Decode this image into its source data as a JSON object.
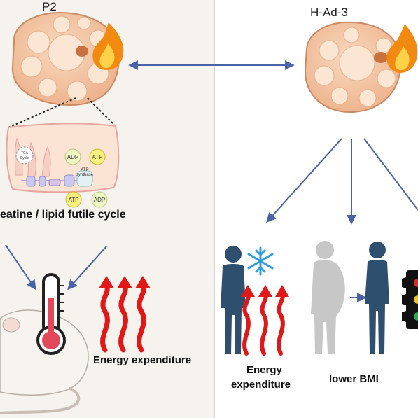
{
  "left_panel": {
    "title": "P2",
    "cycle_label": "eatine / lipid futile cycle",
    "energy_label": "Energy expenditure",
    "mito": {
      "tca_line1": "TCA",
      "tca_line2": "Cycle",
      "adp_top": "ADP",
      "atp_top": "ATP",
      "synthase_line1": "ATP",
      "synthase_line2": "synthase",
      "atp_bottom": "ATP",
      "adp_bottom": "ADP"
    }
  },
  "right_panel": {
    "title": "H-Ad-3",
    "energy_label_line1": "Energy",
    "energy_label_line2": "expenditure",
    "bmi_label": "lower BMI"
  },
  "colors": {
    "left_background": "#f6f2ed",
    "divider": "#cfc7c0",
    "cell_fill": "#f3c7a6",
    "cell_outline": "#c98a63",
    "arrow_blue": "#4a63a8",
    "heat_red": "#e01818",
    "snowflake": "#2f9be0",
    "person_dark": "#2f4f6e",
    "person_grey": "#c7c7c7",
    "flame_orange": "#f28a12"
  },
  "icons": [
    "flame-icon",
    "snowflake-icon",
    "thermometer-icon",
    "mouse-icon",
    "traffic-light-icon",
    "person-icon"
  ]
}
